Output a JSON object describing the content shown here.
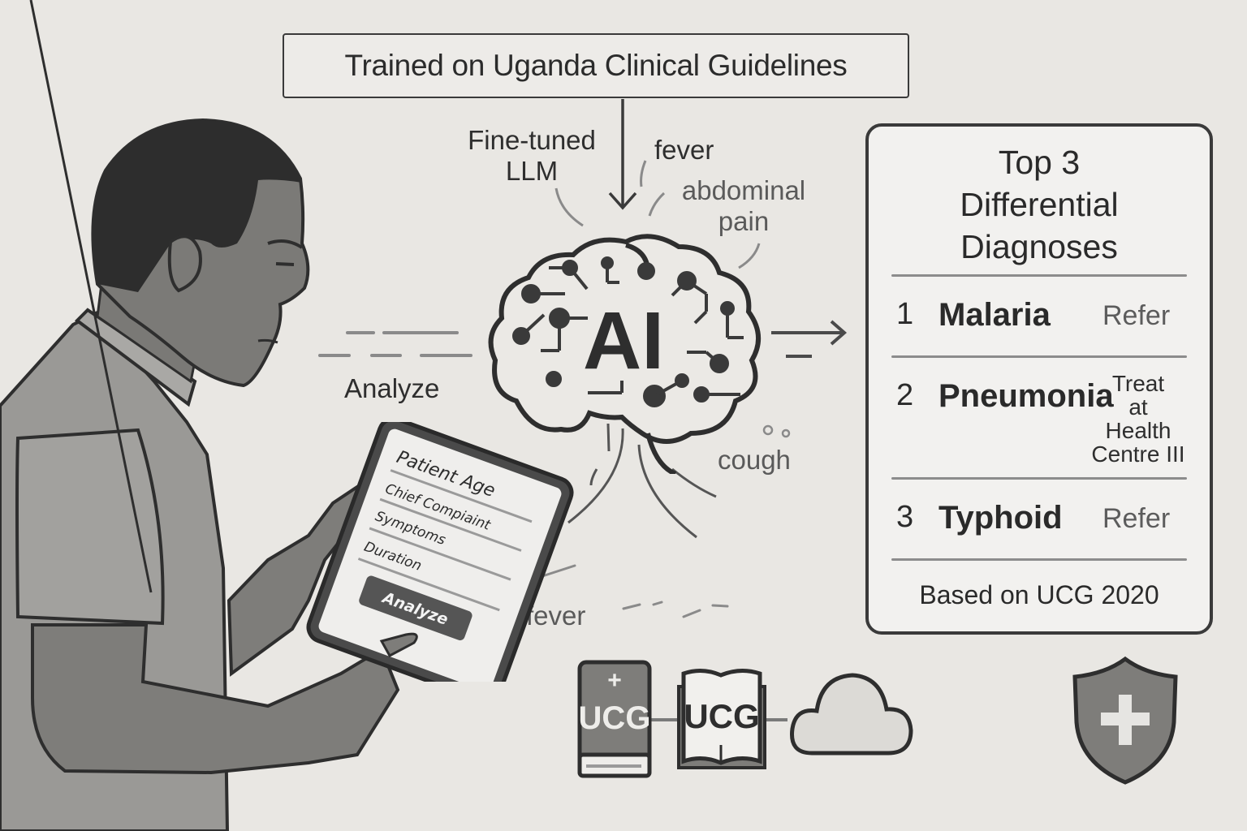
{
  "header": {
    "title": "Trained on Uganda Clinical Guidelines"
  },
  "model": {
    "label_line1": "Fine-tuned",
    "label_line2": "LLM",
    "brain_text": "AI",
    "input_arrow_label": "Analyze"
  },
  "symptom_tags": {
    "fever_top": "fever",
    "abdominal_line1": "abdominal",
    "abdominal_line2": "pain",
    "cough": "cough",
    "fever_bottom": "fever"
  },
  "tablet": {
    "fields": [
      {
        "label": "Patient Age"
      },
      {
        "label": "Chief Compiaint"
      },
      {
        "label": "Symptoms"
      },
      {
        "label": "Duration"
      }
    ],
    "button_label": "Analyze"
  },
  "results_card": {
    "title_line1": "Top 3",
    "title_line2": "Differential",
    "title_line3": "Diagnoses",
    "diagnoses": [
      {
        "rank": "1",
        "name": "Malaria",
        "action": "Refer"
      },
      {
        "rank": "2",
        "name": "Pneumonia",
        "action_lines": [
          "Treat",
          "at",
          "Health",
          "Centre III"
        ]
      },
      {
        "rank": "3",
        "name": "Typhoid",
        "action": "Refer"
      }
    ],
    "footer": "Based on UCG 2020"
  },
  "pipeline_icons": [
    {
      "icon": "medical-book-icon",
      "text": "UCG",
      "symbol": "+"
    },
    {
      "icon": "open-book-icon",
      "text": "UCG"
    },
    {
      "icon": "cloud-icon"
    },
    {
      "icon": "medical-shield-icon",
      "symbol": "+"
    }
  ],
  "colors": {
    "background": "#e9e7e3",
    "ink": "#2a2a2a",
    "mid_gray": "#7d7d7d",
    "card_bg": "#f2f1ef",
    "rule_gray": "#8c8c8c"
  }
}
